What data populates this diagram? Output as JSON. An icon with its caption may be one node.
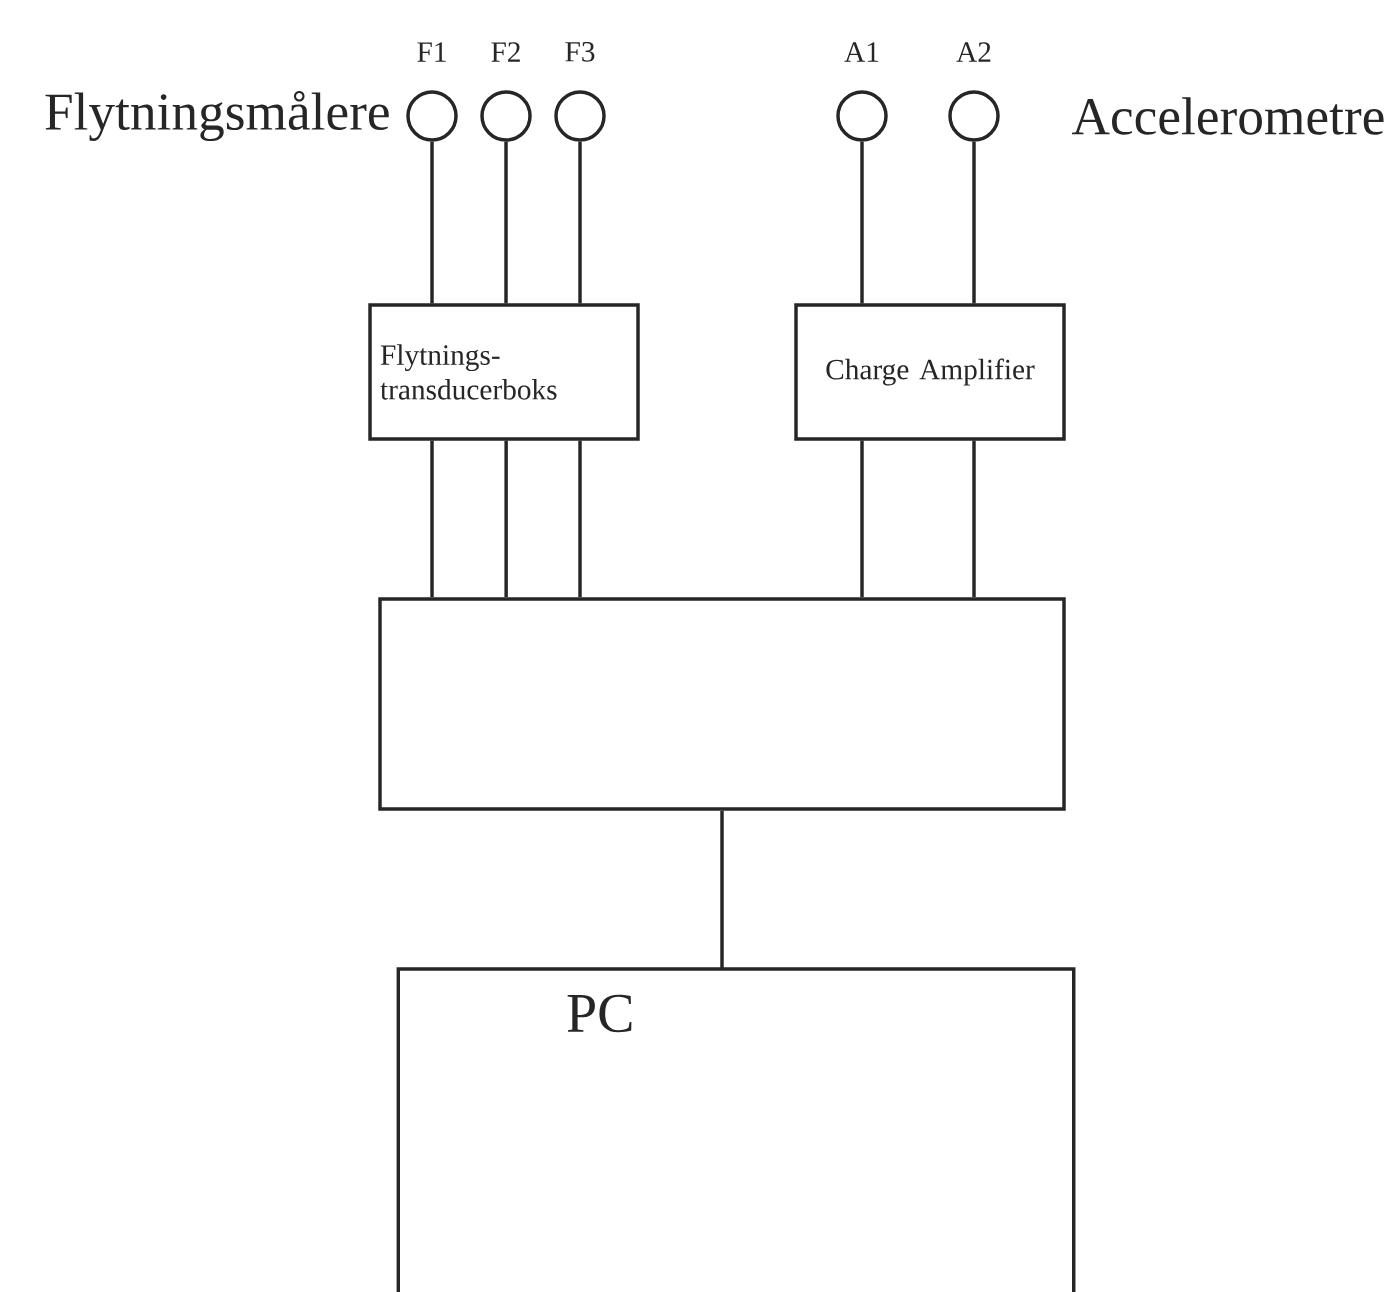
{
  "diagram": {
    "nodes": [
      {
        "text": [],
        "shape": "circle",
        "beside": [
          "F1"
        ]
      },
      {
        "text": [],
        "shape": "circle",
        "beside": [
          "F2"
        ]
      },
      {
        "text": [],
        "shape": "circle",
        "beside": [
          "F3"
        ]
      },
      {
        "text": [],
        "shape": "circle",
        "beside": [
          "A1"
        ]
      },
      {
        "text": [],
        "shape": "circle",
        "beside": [
          "A2"
        ]
      },
      {
        "text": [
          "Flytnings- transducerboks"
        ]
      },
      {
        "text": [
          "Charge Amplifier"
        ]
      },
      {
        "text": [],
        "shape": "box"
      },
      {
        "text": [
          "PC"
        ]
      }
    ],
    "edges": [
      {
        "from": 0,
        "to": 5,
        "arrow": "none"
      },
      {
        "from": 1,
        "to": 5,
        "arrow": "none"
      },
      {
        "from": 2,
        "to": 5,
        "arrow": "none"
      },
      {
        "from": 3,
        "to": 6,
        "arrow": "none"
      },
      {
        "from": 4,
        "to": 6,
        "arrow": "none"
      },
      {
        "from": 5,
        "to": 7,
        "arrow": "none"
      },
      {
        "from": 5,
        "to": 7,
        "arrow": "none"
      },
      {
        "from": 5,
        "to": 7,
        "arrow": "none"
      },
      {
        "from": 6,
        "to": 7,
        "arrow": "none"
      },
      {
        "from": 6,
        "to": 7,
        "arrow": "none"
      },
      {
        "from": 7,
        "to": 8,
        "arrow": "none"
      }
    ],
    "labels": [
      "Flytningsmålere",
      "Accelerometre"
    ]
  }
}
